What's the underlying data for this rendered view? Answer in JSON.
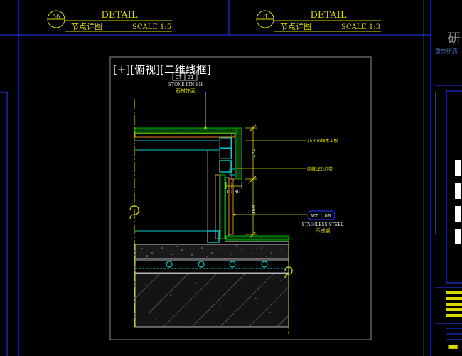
{
  "viewport": {
    "label_left_bracket": "[+]",
    "label_view": "[俯视]",
    "label_style": "[二维线框]"
  },
  "title_blocks": [
    {
      "number": "66",
      "title": "DETAIL",
      "subtitle": "节点详图",
      "scale": "SCALE 1:5"
    },
    {
      "number": "8",
      "title": "DETAIL",
      "subtitle": "节点详图",
      "scale": "SCALE 1:3"
    }
  ],
  "side_panel": {
    "logo_char": "研",
    "company_text": "重庆研质"
  },
  "annotations": {
    "stone_tag_left": "ST",
    "stone_tag_right": "01",
    "stone_en": "STONE FINISH",
    "stone_cn": "石材饰面",
    "note_1": "15mm细木工板",
    "note_2": "暗藏LED灯带",
    "dim_170": "170",
    "dim_160": "160",
    "dim_10_30": "10 30",
    "metal_tag_left": "MT",
    "metal_tag_right": "06",
    "metal_en": "STAINLESS STEEL",
    "metal_cn": "不锈钢"
  },
  "colors": {
    "background": "#000000",
    "frame_blue": "#1e3cff",
    "cad_yellow": "#d8d800",
    "cad_cyan": "#00c8c8",
    "cad_green": "#00b400",
    "cad_orange": "#d88c28",
    "cad_white": "#e6e6e6",
    "cad_grey": "#8c8c8c"
  }
}
